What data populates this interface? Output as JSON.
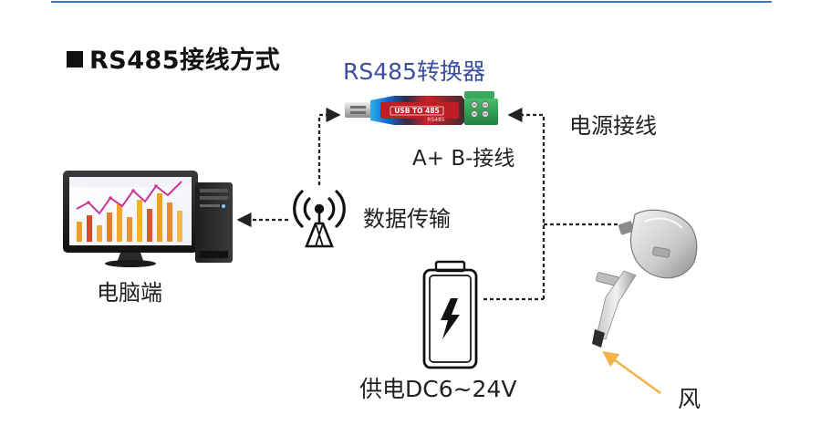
{
  "header": {
    "title": "RS485接线方式"
  },
  "labels": {
    "converter_title": "RS485转换器",
    "converter_device_text": "USB TO 485",
    "converter_small_text": "RS485",
    "ab_wiring": "A+ B-接线",
    "power_wiring": "电源接线",
    "data_transfer": "数据传输",
    "computer": "电脑端",
    "power_supply": "供电DC6~24V",
    "wind": "风"
  },
  "colors": {
    "top_rule": "#3f73c8",
    "title_accent": "#3a4f9f",
    "converter_red": "#d6262b",
    "terminal_green": "#2f9f55",
    "line_dark": "#222222",
    "arrow_orange": "#f0b24a"
  },
  "icons": {
    "heading_marker": "square-icon",
    "wireless": "wireless-tower-icon",
    "lightning": "lightning-bolt-icon"
  }
}
